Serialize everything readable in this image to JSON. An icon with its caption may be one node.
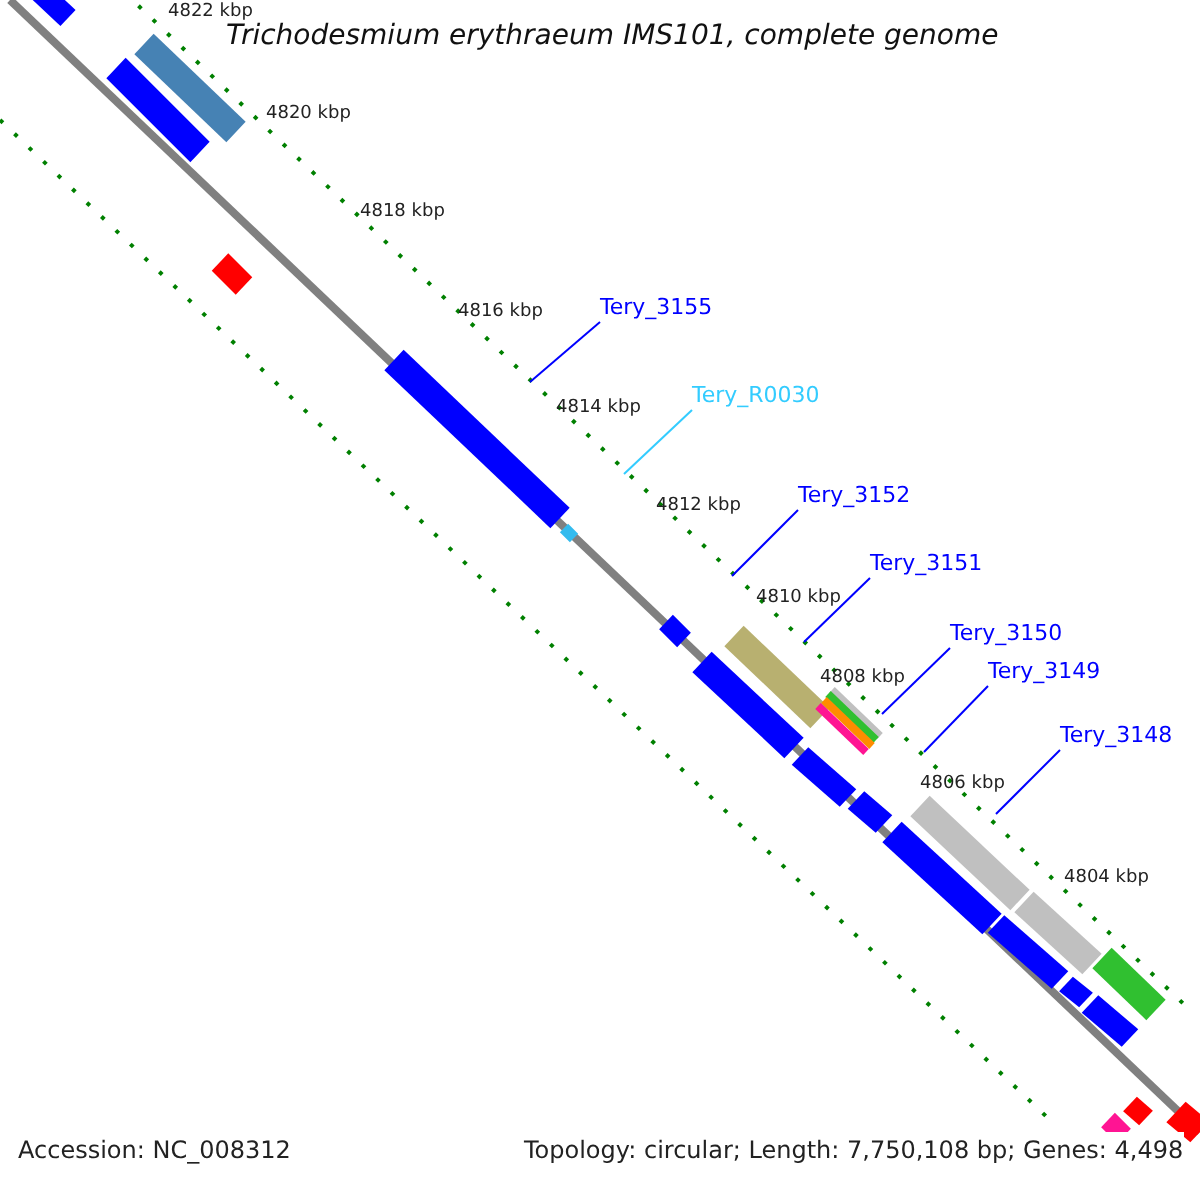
{
  "diagram": {
    "title": "Trichodesmium erythraeum IMS101, complete genome",
    "nodes": [
      {
        "text": [
          "Tery_3155"
        ]
      },
      {
        "text": [
          "Tery_R0030"
        ]
      },
      {
        "text": [
          "Tery_3152"
        ]
      },
      {
        "text": [
          "Tery_3151"
        ]
      },
      {
        "text": [
          "Tery_3150"
        ]
      },
      {
        "text": [
          "Tery_3149"
        ]
      },
      {
        "text": [
          "Tery_3148"
        ]
      }
    ],
    "edges": [
      {
        "from": 0,
        "to": null,
        "arrow": "none"
      },
      {
        "from": 1,
        "to": null,
        "arrow": "none",
        "color": "#33ccff"
      },
      {
        "from": 2,
        "to": null,
        "arrow": "none"
      },
      {
        "from": 3,
        "to": null,
        "arrow": "none"
      },
      {
        "from": 4,
        "to": null,
        "arrow": "none"
      },
      {
        "from": 5,
        "to": null,
        "arrow": "none"
      },
      {
        "from": 6,
        "to": null,
        "arrow": "none"
      }
    ],
    "labels": [
      "4822 kbp",
      "4820 kbp",
      "4818 kbp",
      "4816 kbp",
      "4814 kbp",
      "4812 kbp",
      "4810 kbp",
      "4808 kbp",
      "4806 kbp",
      "4804 kbp",
      "Accession: NC_008312",
      "Topology: circular; Length: 7,750,108 bp; Genes: 4,498"
    ]
  }
}
